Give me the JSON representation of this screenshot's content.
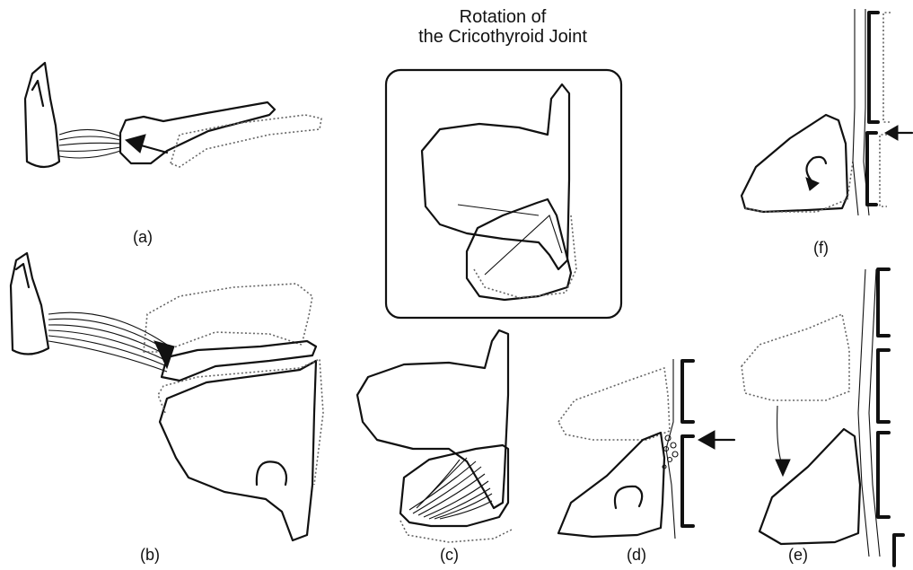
{
  "title": {
    "line1": "Rotation of",
    "line2": "the Cricothyroid Joint"
  },
  "panels": {
    "a": "(a)",
    "b": "(b)",
    "c": "(c)",
    "d": "(d)",
    "e": "(e)",
    "f": "(f)"
  }
}
